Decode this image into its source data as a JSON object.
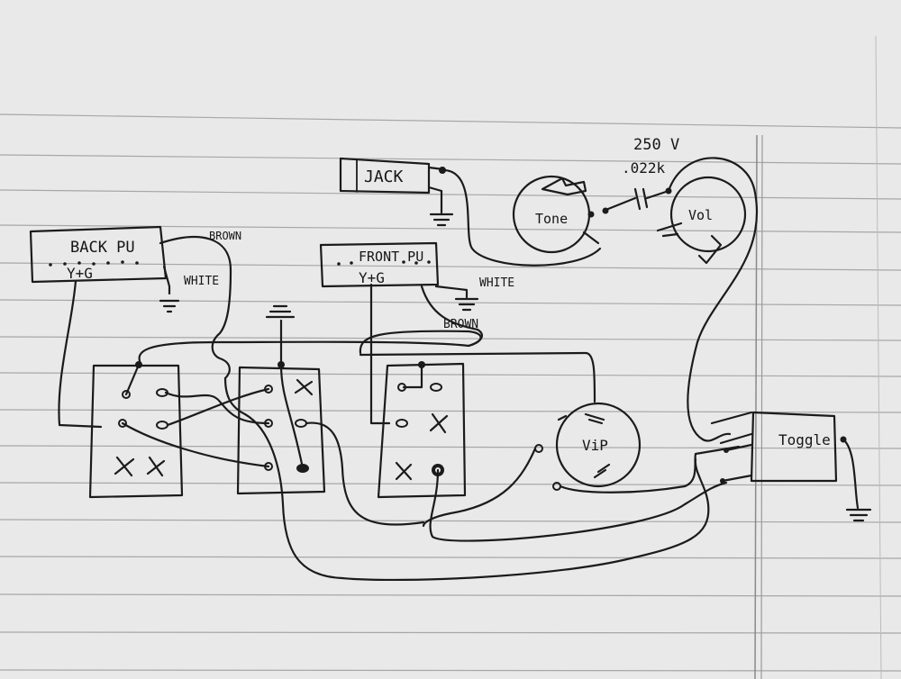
{
  "labels": {
    "jack": "JACK",
    "voltage": "250 V",
    "capacitor": ".022k",
    "tone": "Tone",
    "vol": "Vol",
    "back_pu": "BACK PU",
    "back_pu_wires": "Y+G",
    "back_brown": "BROWN",
    "back_white": "WHITE",
    "front_pu": "FRONT PU",
    "front_pu_wires": "Y+G",
    "front_white": "WHITE",
    "front_brown": "BROWN",
    "vip": "ViP",
    "toggle": "Toggle"
  },
  "colors": {
    "ink": "#1b1b1b",
    "paper": "#e9e9e9",
    "rule": "#a7a7a7"
  }
}
